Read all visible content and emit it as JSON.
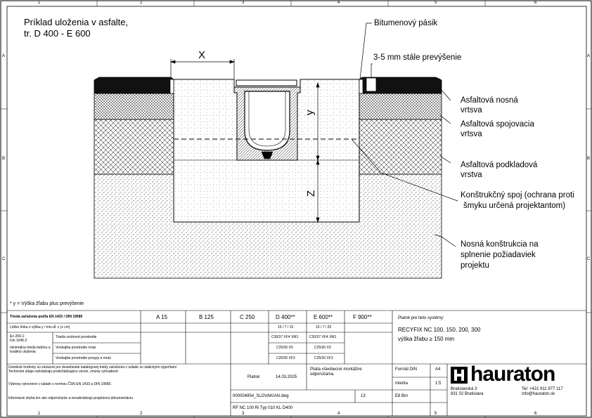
{
  "drawing": {
    "title_line1": "Príklad uloženia v asfalte,",
    "title_line2": "tr. D 400 - E 600",
    "dim_x": "X",
    "dim_y": "y",
    "dim_z": "Z",
    "labels": {
      "bitumen_strip": "Bitumenový pásik",
      "permanent_offset": "3-5 mm stále prevýšenie",
      "base_course_1": "Asfaltová nosná",
      "base_course_2": "vrtsva",
      "binder_course_1": "Asfaltová spojovacia",
      "binder_course_2": "vrtsva",
      "sub_base_1": "Asfaltová podkladová",
      "sub_base_2": "vrstva",
      "construction_joint_1": "Konštrukčný spoj (ochrana proti",
      "construction_joint_2": "šmyku určená projektantom)",
      "supporting_1": "Nosná konštrukcia na",
      "supporting_2": "splnenie požiadaviek",
      "supporting_3": "projektu"
    },
    "footnote": "* y = Výška žľabu plus prevýšenie"
  },
  "grid": {
    "columns": [
      "1",
      "2",
      "3",
      "4",
      "5",
      "6"
    ],
    "rows": [
      "A",
      "B",
      "C"
    ]
  },
  "title_block": {
    "load_class_header": "Trieda zaťaženia podľa EN 1433 / DIN 19580",
    "classes": [
      "A 15",
      "B 125",
      "C 250",
      "D 400**",
      "E 600**",
      "F 900**"
    ],
    "ratio_label": "Lôžko šírka x výška y / min.dĺ. z (v cm)",
    "ratio_values": [
      "15 / 7 / 15",
      "15 / 7 / 20"
    ],
    "en_norm": "En 206-1:",
    "din_norm": "Din 1045-2",
    "concrete_label": "minimálna trieda betónu a kvalitný uloženia",
    "row_labels": [
      "Trieda vnútorné prostredie",
      "Vonkajšia prostredie mráz",
      "Vonkajšie prostredie posypy a mráz"
    ],
    "concrete_values": [
      [
        "C30/37 XF4 XM1",
        "C30/37 XF4 XM1"
      ],
      [
        "C25/30 X0",
        "C25/30 X0"
      ],
      [
        "C25/30 XF3",
        "C25/30 XF3"
      ]
    ],
    "valid_for_label": "Platné pre tieto systémy:",
    "system_line1": "RECYFIX NC 100, 150, 200, 300",
    "system_line2": "výška žľabu ≥ 150 mm",
    "notes": [
      "Uvedené hodnoty sú záväzné pre dosiahnutie katalógovej triedy zaťaženia v súlade so statickými výpočtami",
      "Technické údaje nahrádzajú predchádzajúce verzie, zmeny vyhradené.",
      "Výkresy vytvorené v súlade s normou ČSN EN 1433 a DIN 19580.",
      "Informácie slúžia len ako odporúčanie a nenahrádzajú projektovú dokumentáciu."
    ],
    "valid_label": "Platné:",
    "valid_date": "14.03.2025",
    "consent": "Platia všeobecné montážne odporúčania.",
    "drawing_file": "000004954_SLOVAKIAN.dwg",
    "drawing_code": "RF NC 100 Ri Typ 010 KL D400",
    "page_no": "13",
    "format_label": "Formát DIN",
    "format_value": "A4",
    "scale_label": "mierka",
    "scale_value": "1:5",
    "sheet_ref": "E8 Bm",
    "company": "hauraton",
    "address_line1": "Bratislavská 3",
    "address_line2": "831 02 Bratislava",
    "phone": "Tel: +421 911 977 117",
    "email": "info@hauraton.sk"
  }
}
